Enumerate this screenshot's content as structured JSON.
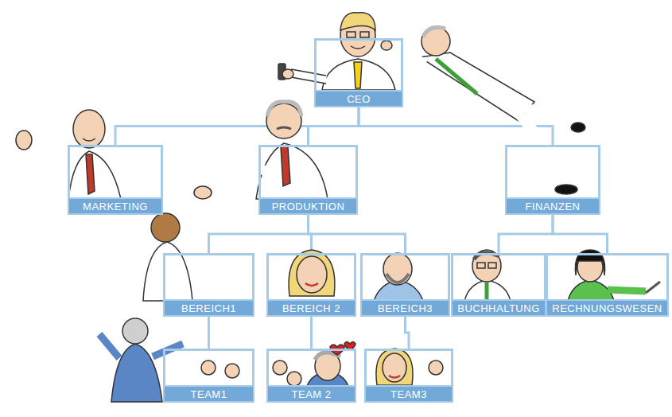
{
  "diagram": {
    "nodes": [
      {
        "text": [
          "CEO"
        ]
      },
      {
        "text": [
          "MARKETING"
        ]
      },
      {
        "text": [
          "PRODUKTION"
        ]
      },
      {
        "text": [
          "FINANZEN"
        ]
      },
      {
        "text": [
          "BEREICH1"
        ]
      },
      {
        "text": [
          "BEREICH 2"
        ]
      },
      {
        "text": [
          "BEREICH3"
        ]
      },
      {
        "text": [
          "BUCHHALTUNG"
        ]
      },
      {
        "text": [
          "RECHNUNGSWESEN"
        ]
      },
      {
        "text": [
          "TEAM1"
        ]
      },
      {
        "text": [
          "TEAM 2"
        ]
      },
      {
        "text": [
          "TEAM3"
        ]
      }
    ],
    "edges": [
      {
        "from": 0,
        "to": 1,
        "arrow": "none"
      },
      {
        "from": 0,
        "to": 2,
        "arrow": "none"
      },
      {
        "from": 0,
        "to": 3,
        "arrow": "none"
      },
      {
        "from": 2,
        "to": 4,
        "arrow": "none"
      },
      {
        "from": 2,
        "to": 5,
        "arrow": "none"
      },
      {
        "from": 2,
        "to": 6,
        "arrow": "none"
      },
      {
        "from": 3,
        "to": 7,
        "arrow": "none"
      },
      {
        "from": 3,
        "to": 8,
        "arrow": "none"
      },
      {
        "from": 4,
        "to": 9,
        "arrow": "none"
      },
      {
        "from": 5,
        "to": 10,
        "arrow": "none"
      },
      {
        "from": 6,
        "to": 11,
        "arrow": "none"
      }
    ]
  }
}
